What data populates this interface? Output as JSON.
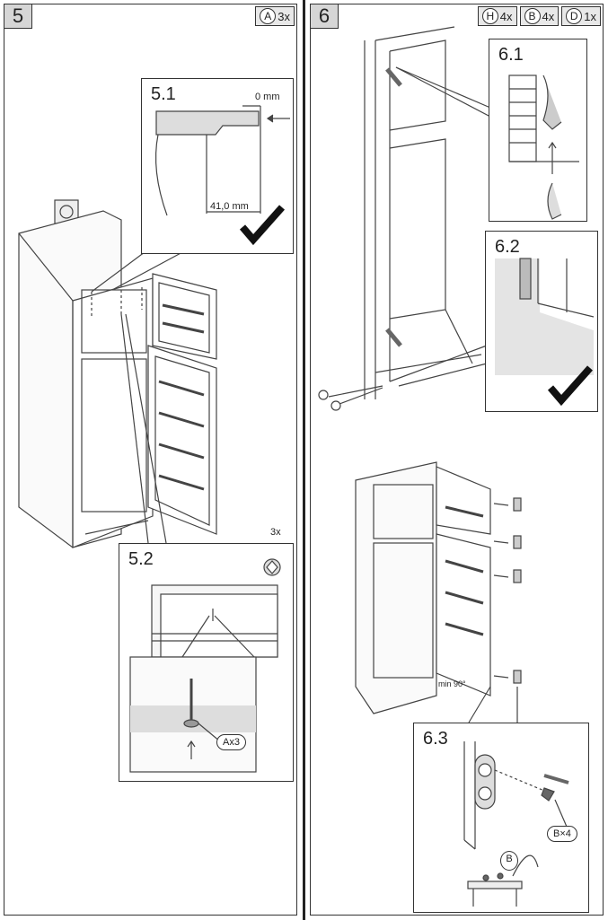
{
  "step5": {
    "number": "5",
    "parts": [
      {
        "letter": "A",
        "qty": "3x"
      }
    ],
    "sub1": {
      "label": "5.1",
      "gap": "0 mm",
      "distance": "41,0 mm"
    },
    "screw_qty": "3x",
    "sub2": {
      "label": "5.2",
      "callout": "Ax3"
    }
  },
  "step6": {
    "number": "6",
    "parts": [
      {
        "letter": "H",
        "qty": "4x"
      },
      {
        "letter": "B",
        "qty": "4x"
      },
      {
        "letter": "D",
        "qty": "1x"
      }
    ],
    "sub1": {
      "label": "6.1"
    },
    "sub2": {
      "label": "6.2"
    },
    "angle": "min 90°",
    "sub3": {
      "label": "6.3",
      "callout": "B×4",
      "bag": "B"
    }
  }
}
